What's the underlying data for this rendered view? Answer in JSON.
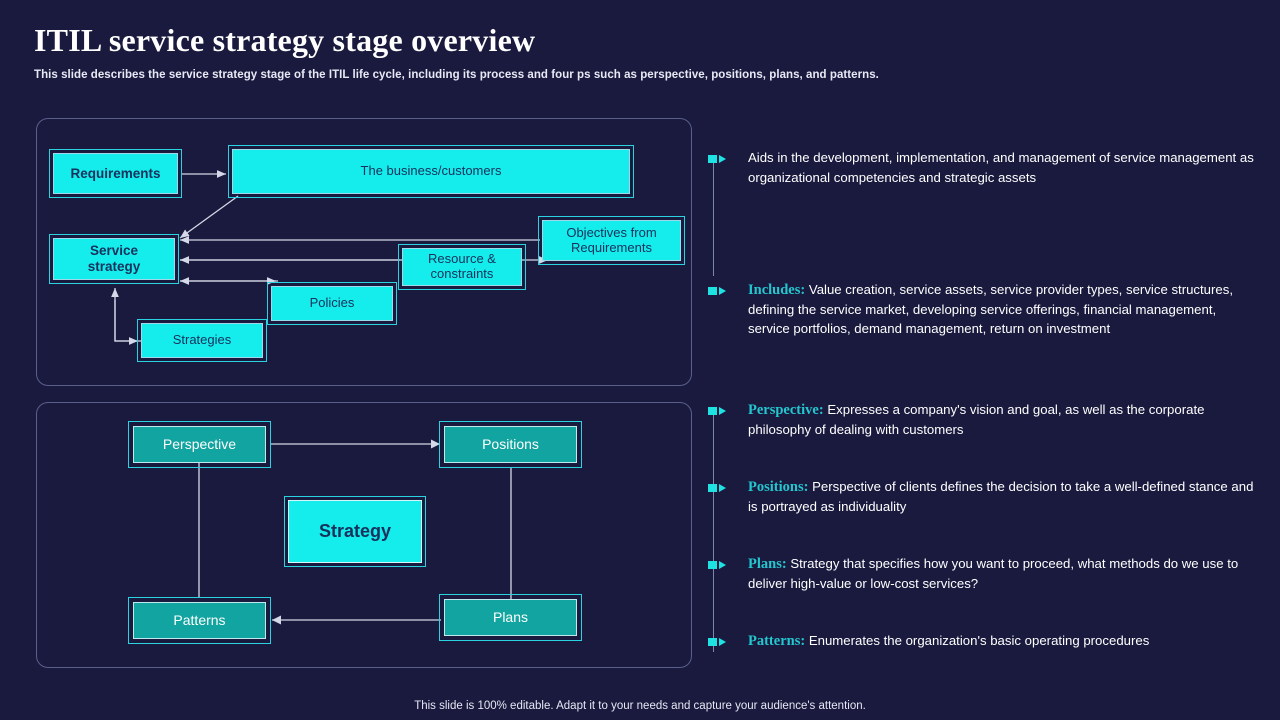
{
  "header": {
    "title": "ITIL service strategy stage overview",
    "subtitle": "This slide describes the service strategy stage of the ITIL life cycle, including its process and four ps such as perspective, positions, plans, and patterns."
  },
  "footer": {
    "note": "This slide is 100% editable. Adapt it to your needs and capture your audience's attention."
  },
  "colors": {
    "background": "#191a3e",
    "accent_cyan": "#15ecec",
    "accent_teal": "#12a4a0",
    "lead_text": "#24c7cf",
    "panel_border": "#5a5f8c",
    "connector": "#d5d8e8"
  },
  "process_diagram": {
    "nodes": [
      {
        "id": "requirements",
        "label": "Requirements"
      },
      {
        "id": "business",
        "label": "The business/customers"
      },
      {
        "id": "service",
        "label": "Service\nstrategy"
      },
      {
        "id": "objectives",
        "label": "Objectives from\nRequirements"
      },
      {
        "id": "resource",
        "label": "Resource &\nconstraints"
      },
      {
        "id": "policies",
        "label": "Policies"
      },
      {
        "id": "strategies",
        "label": "Strategies"
      }
    ]
  },
  "fourps_diagram": {
    "nodes": [
      {
        "id": "perspective",
        "label": "Perspective"
      },
      {
        "id": "positions",
        "label": "Positions"
      },
      {
        "id": "strategy",
        "label": "Strategy"
      },
      {
        "id": "plans",
        "label": "Plans"
      },
      {
        "id": "patterns",
        "label": "Patterns"
      }
    ]
  },
  "info_sections": [
    {
      "lead": "",
      "text": "Aids in the development, implementation, and management of service management as organizational competencies and strategic assets"
    },
    {
      "lead": "Includes:",
      "text": " Value creation, service assets, service provider types, service structures, defining the service market, developing service offerings, financial management, service portfolios, demand management, return on investment"
    },
    {
      "lead": "Perspective:",
      "text": " Expresses a company's vision and goal, as well as the corporate philosophy of dealing with customers"
    },
    {
      "lead": "Positions:",
      "text": " Perspective of clients defines the decision to take a well-defined stance and is portrayed as individuality"
    },
    {
      "lead": "Plans:",
      "text": " Strategy that specifies how you want to proceed, what methods do we use to deliver high-value or low-cost services?"
    },
    {
      "lead": "Patterns:",
      "text": " Enumerates the organization's basic operating procedures"
    }
  ]
}
